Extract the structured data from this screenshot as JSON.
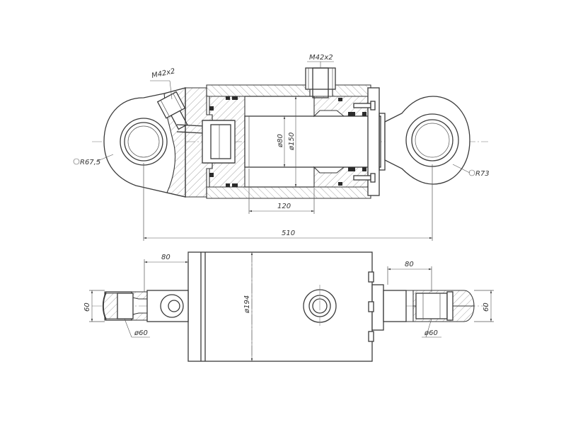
{
  "labels": {
    "top_port_thread": "M42x2",
    "left_port_thread": "M42x2",
    "left_eye_radius": "R67,5",
    "right_eye_radius": "R73",
    "rod_diameter": "ø80",
    "bore_diameter": "ø150",
    "piston_length": "120",
    "pin_to_pin_length": "510",
    "left_lug_width": "80",
    "right_lug_width": "80",
    "left_lug_height": "60",
    "right_lug_height": "60",
    "left_pin_diameter": "ø60",
    "right_pin_diameter": "ø60",
    "body_diameter": "ø194"
  }
}
